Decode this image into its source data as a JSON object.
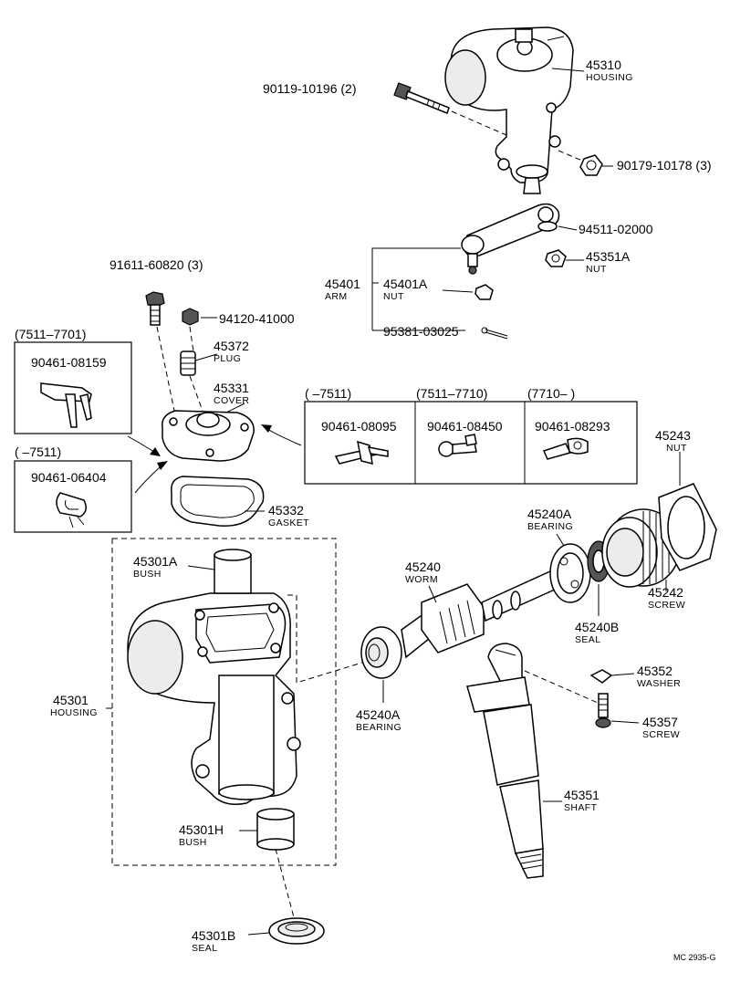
{
  "parts": {
    "p45310": {
      "number": "45310",
      "name": "HOUSING"
    },
    "p90119": {
      "number": "90119-10196 (2)"
    },
    "p90179": {
      "number": "90179-10178 (3)"
    },
    "p94511": {
      "number": "94511-02000"
    },
    "p45351A": {
      "number": "45351A",
      "name": "NUT"
    },
    "p45401": {
      "number": "45401",
      "name": "ARM"
    },
    "p45401A": {
      "number": "45401A",
      "name": "NUT"
    },
    "p95381": {
      "number": "95381-03025"
    },
    "p91611": {
      "number": "91611-60820 (3)"
    },
    "p94120": {
      "number": "94120-41000"
    },
    "p45372": {
      "number": "45372",
      "name": "PLUG"
    },
    "p45331": {
      "number": "45331",
      "name": "COVER"
    },
    "p45332": {
      "number": "45332",
      "name": "GASKET"
    },
    "p45243": {
      "number": "45243",
      "name": "NUT"
    },
    "p45240A_top": {
      "number": "45240A",
      "name": "BEARING"
    },
    "p45240": {
      "number": "45240",
      "name": "WORM"
    },
    "p45242": {
      "number": "45242",
      "name": "SCREW"
    },
    "p45240B": {
      "number": "45240B",
      "name": "SEAL"
    },
    "p45301A": {
      "number": "45301A",
      "name": "BUSH"
    },
    "p45301": {
      "number": "45301",
      "name": "HOUSING"
    },
    "p45240A_bot": {
      "number": "45240A",
      "name": "BEARING"
    },
    "p45352": {
      "number": "45352",
      "name": "WASHER"
    },
    "p45357": {
      "number": "45357",
      "name": "SCREW"
    },
    "p45351": {
      "number": "45351",
      "name": "SHAFT"
    },
    "p45301H": {
      "number": "45301H",
      "name": "BUSH"
    },
    "p45301B": {
      "number": "45301B",
      "name": "SEAL"
    }
  },
  "boxes": {
    "box_7511_7701": {
      "heading": "(7511–7701)",
      "part": "90461-08159"
    },
    "box_7511": {
      "heading": "(        –7511)",
      "part": "90461-06404"
    },
    "clamp_table": {
      "cols": [
        {
          "heading": "(        –7511)",
          "part": "90461-08095"
        },
        {
          "heading": "(7511–7710)",
          "part": "90461-08450"
        },
        {
          "heading": "(7710–          )",
          "part": "90461-08293"
        }
      ]
    }
  },
  "footer": {
    "ref": "MC 2935-G"
  }
}
